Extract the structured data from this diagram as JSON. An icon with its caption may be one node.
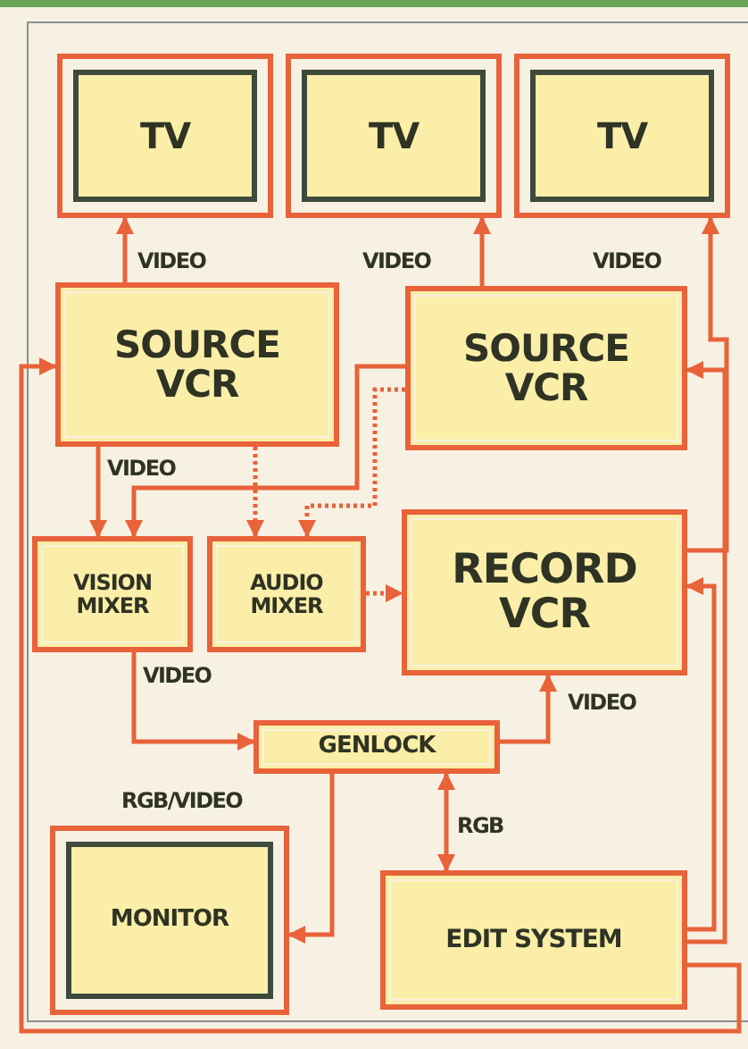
{
  "diagram": {
    "nodes": [
      {
        "text": [
          "TV"
        ]
      },
      {
        "text": [
          "TV"
        ]
      },
      {
        "text": [
          "TV"
        ]
      },
      {
        "text": [
          "SOURCE VCR"
        ]
      },
      {
        "text": [
          "SOURCE VCR"
        ]
      },
      {
        "text": [
          "VISION MIXER"
        ]
      },
      {
        "text": [
          "AUDIO MIXER"
        ]
      },
      {
        "text": [
          "RECORD VCR"
        ]
      },
      {
        "text": [
          "GENLOCK"
        ]
      },
      {
        "text": [
          "MONITOR"
        ]
      },
      {
        "text": [
          "EDIT SYSTEM"
        ]
      }
    ],
    "edges": [
      {
        "from": 3,
        "to": 0,
        "arrow": "to",
        "label": "VIDEO"
      },
      {
        "from": 4,
        "to": 1,
        "arrow": "to",
        "label": "VIDEO"
      },
      {
        "from": 7,
        "to": 2,
        "arrow": "to",
        "label": "VIDEO"
      },
      {
        "from": 3,
        "to": 5,
        "arrow": "to",
        "label": "VIDEO"
      },
      {
        "from": 4,
        "to": 5,
        "arrow": "to"
      },
      {
        "from": 3,
        "to": 6,
        "arrow": "to",
        "style": "dashed"
      },
      {
        "from": 4,
        "to": 6,
        "arrow": "to",
        "style": "dashed"
      },
      {
        "from": 6,
        "to": 7,
        "arrow": "to",
        "style": "dashed"
      },
      {
        "from": 5,
        "to": 8,
        "arrow": "to",
        "label": "VIDEO"
      },
      {
        "from": 8,
        "to": 7,
        "arrow": "to",
        "label": "VIDEO"
      },
      {
        "from": 8,
        "to": 9,
        "arrow": "to",
        "label": "RGB/VIDEO"
      },
      {
        "from": 8,
        "to": 10,
        "arrow": "both",
        "label": "RGB"
      },
      {
        "from": 10,
        "to": 7,
        "arrow": "to"
      },
      {
        "from": 10,
        "to": 4,
        "arrow": "to"
      },
      {
        "from": 10,
        "to": 3,
        "arrow": "to"
      }
    ]
  }
}
